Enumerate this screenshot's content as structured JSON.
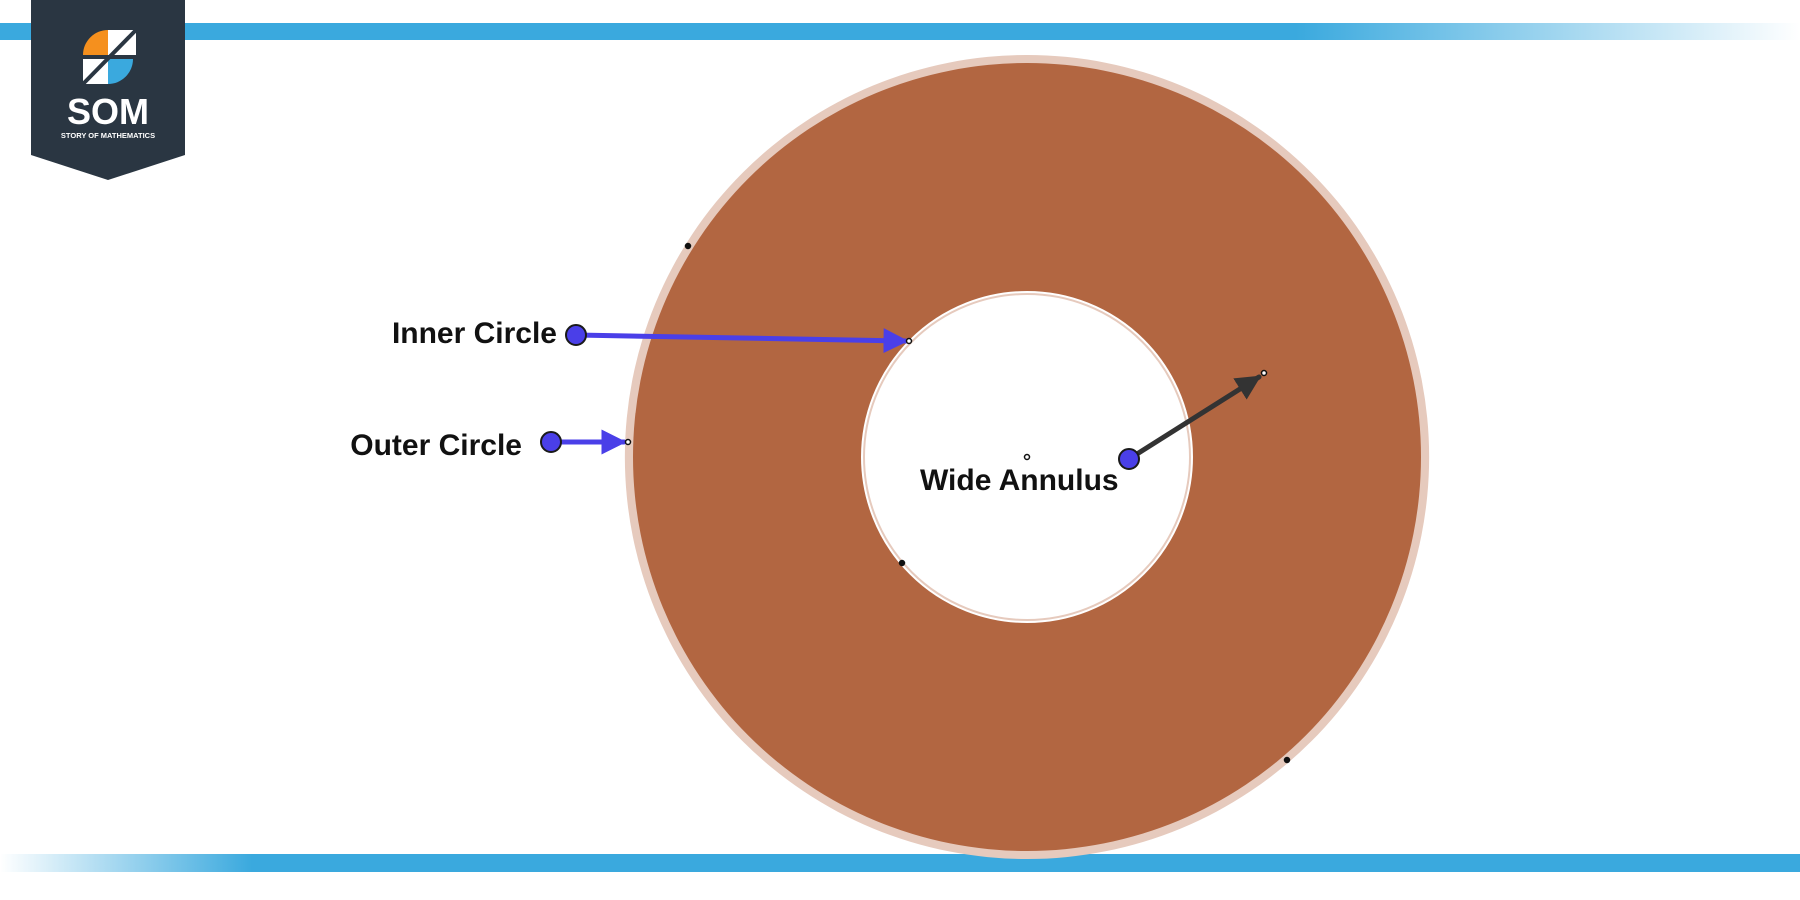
{
  "labels": {
    "inner_circle": "Inner Circle",
    "outer_circle": "Outer Circle",
    "wide_annulus": "Wide Annulus"
  },
  "logo": {
    "name": "SOM",
    "tagline": "STORY OF MATHEMATICS"
  },
  "colors": {
    "annulus_fill": "#b26641",
    "annulus_halo": "#e6cabd",
    "pointer_blue": "#4a3fe8",
    "pointer_dark": "#333333",
    "stripe_blue": "#3aa9de",
    "logo_bg": "#2a3642",
    "logo_orange": "#f5901e",
    "logo_blue": "#3aa9de"
  }
}
